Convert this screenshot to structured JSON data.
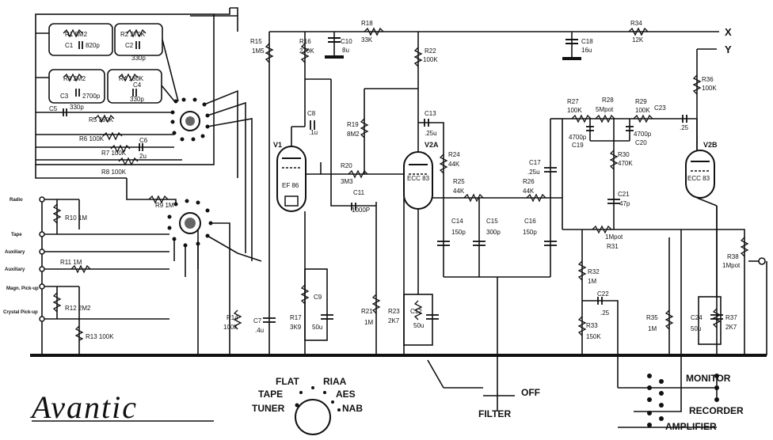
{
  "brand": "Avantic",
  "outputs": {
    "x": "X",
    "y": "Y"
  },
  "tubes": {
    "v1": "V1",
    "v1_type": "EF 86",
    "v2a": "V2A",
    "v2a_type": "ECC 83",
    "v2b": "V2B",
    "v2b_type": "ECC 83"
  },
  "inputs": {
    "radio": "Radio",
    "tape": "Tape",
    "aux1": "Auxiliary",
    "aux2": "Auxiliary",
    "magn": "Magn. Pick-up",
    "crystal": "Crystal Pick-up"
  },
  "components": {
    "r1": "R1 8M2",
    "c1": "C1",
    "c1v": "820p",
    "r2": "R2 270K",
    "c2": "C2",
    "c2v": "330p",
    "r3": "R3 2M2",
    "c3": "C3",
    "c3v": "2700p",
    "r4": "R4 180K",
    "c4": "C4",
    "c4v": "330p",
    "c5": "C5",
    "c5v": "330p",
    "r5": "R5 390K",
    "r6": "R6 100K",
    "c6": "C6",
    "c6v": "2u",
    "r7": "R7 100K",
    "r8": "R8 100K",
    "r9": "R9 1M",
    "r10": "R10 1M",
    "r11": "R11 1M",
    "r12": "R12 2M2",
    "r13": "R13 100K",
    "r14": "R14",
    "r14v": "100K",
    "r15": "R15",
    "r15v": "1M5",
    "r16": "R16",
    "r16v": "270K",
    "c10": "C10",
    "c10v": "8u",
    "r18": "R18",
    "r18v": "33K",
    "c18": "C18",
    "c18v": "16u",
    "r34": "R34",
    "r34v": "12K",
    "c8": "C8",
    "c8v": ".1u",
    "r19": "R19",
    "r19v": "8M2",
    "r20": "R20",
    "r20v": "3M3",
    "c11": "C11",
    "c11v": "1000P",
    "r22": "R22",
    "r22v": "100K",
    "c13": "C13",
    "c13v": ".25u",
    "r24": "R24",
    "r24v": "44K",
    "r25": "R25",
    "r25v": "44K",
    "r26": "R26",
    "r26v": "44K",
    "c17": "C17",
    "c17v": ".25u",
    "c14": "C14",
    "c14v": "150p",
    "c15": "C15",
    "c15v": "300p",
    "c16": "C16",
    "c16v": "150p",
    "c7": "C7",
    "c7v": ".4u",
    "r17": "R17",
    "r17v": "3K9",
    "c9": "C9",
    "c9v": "50u",
    "r21": "R21",
    "r21v": "1M",
    "r23": "R23",
    "r23v": "2K7",
    "c12": "C12",
    "c12v": "50u",
    "r27": "R27",
    "r27v": "100K",
    "r28": "R28",
    "r28v": "5Mpot",
    "r29": "R29",
    "r29v": "100K",
    "c19v": "4700p",
    "c19": "C19",
    "c20v": "4700p",
    "c20": "C20",
    "r30": "R30",
    "r30v": "470K",
    "c21": "C21",
    "c21v": "47p",
    "r31v": "1Mpot",
    "r31": "R31",
    "c23": "C23",
    "c23v": ".25",
    "r36": "R36",
    "r36v": "100K",
    "r38": "R38",
    "r38v": "1Mpot",
    "r32": "R32",
    "r32v": "1M",
    "c22": "C22",
    "c22v": ".25",
    "r33": "R33",
    "r33v": "150K",
    "r35": "R35",
    "r35v": "1M",
    "c24": "C24",
    "c24v": "50u",
    "r37": "R37",
    "r37v": "2K7"
  },
  "selector": {
    "flat": "FLAT",
    "riaa": "RIAA",
    "tape": "TAPE",
    "aes": "AES",
    "tuner": "TUNER",
    "nab": "NAB"
  },
  "switches": {
    "filter": "FILTER",
    "off": "OFF",
    "monitor": "MONITOR",
    "recorder": "RECORDER",
    "amplifier": "AMPLIFIER"
  }
}
